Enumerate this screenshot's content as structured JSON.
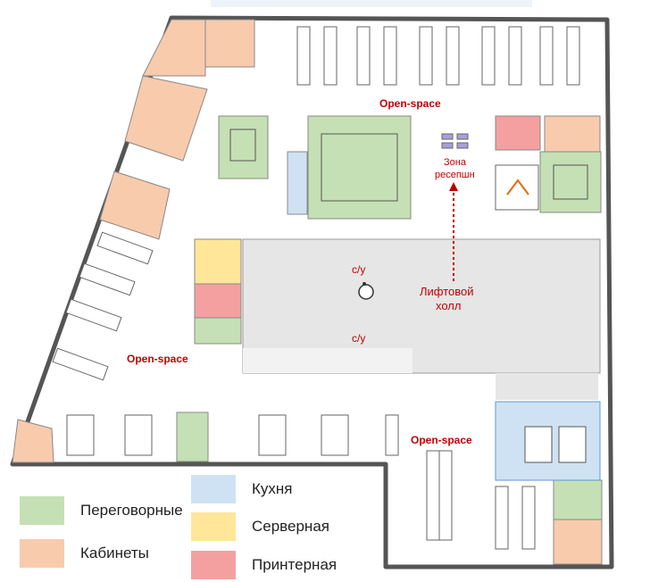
{
  "labels": {
    "open_space_top": "Open-space",
    "open_space_left": "Open-space",
    "open_space_right": "Open-space",
    "reception_line1": "Зона",
    "reception_line2": "ресепшн",
    "lift_line1": "Лифтовой",
    "lift_line2": "холл",
    "wc_top": "с/у",
    "wc_bottom": "с/у"
  },
  "legend": [
    {
      "label": "Переговорные",
      "color": "#c5e0b4"
    },
    {
      "label": "Кабинеты",
      "color": "#f8cbad"
    },
    {
      "label": "Кухня",
      "color": "#cfe2f3"
    },
    {
      "label": "Серверная",
      "color": "#ffe699"
    },
    {
      "label": "Принтерная",
      "color": "#f4a0a0"
    }
  ],
  "colors": {
    "meeting": "#c5e0b4",
    "office": "#f8cbad",
    "kitchen": "#cfe2f3",
    "server": "#ffe699",
    "printer": "#f4a0a0",
    "core": "#e6e6e6",
    "label_red": "#c00000",
    "wall": "#555555"
  }
}
